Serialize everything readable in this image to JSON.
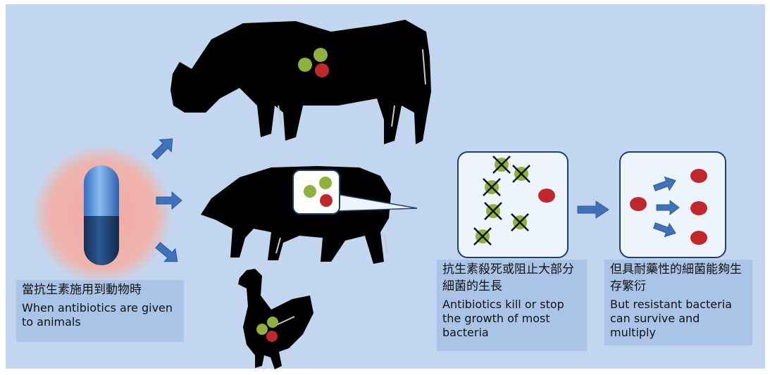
{
  "colors": {
    "background": "#c2d7ef",
    "caption_bg": "#a9c4e6",
    "panel_bg": "#eef4fb",
    "panel_border": "#1c3f6e",
    "arrow": "#3f72b8",
    "bacteria_green": "#8db33e",
    "bacteria_red": "#c0272d",
    "silhouette": "#000000",
    "pill_top": "#4f8fdf",
    "pill_bottom": "#1d4476",
    "pill_glow": "#efb0aa"
  },
  "captions": {
    "animals": {
      "zh": "當抗生素施用到動物時",
      "en": "When antibiotics are given to animals"
    },
    "kill": {
      "zh": "抗生素殺死或阻止大部分細菌的生長",
      "en": "Antibiotics kill or stop the growth of most bacteria"
    },
    "resistant": {
      "zh": "但具耐藥性的細菌能夠生存繁衍",
      "en": "But resistant bacteria can survive and multiply"
    }
  },
  "icons": [
    "capsule-icon",
    "cow-icon",
    "pig-icon",
    "chicken-icon",
    "right-arrow-icon",
    "bacteria-icon",
    "cross-mark-icon"
  ]
}
